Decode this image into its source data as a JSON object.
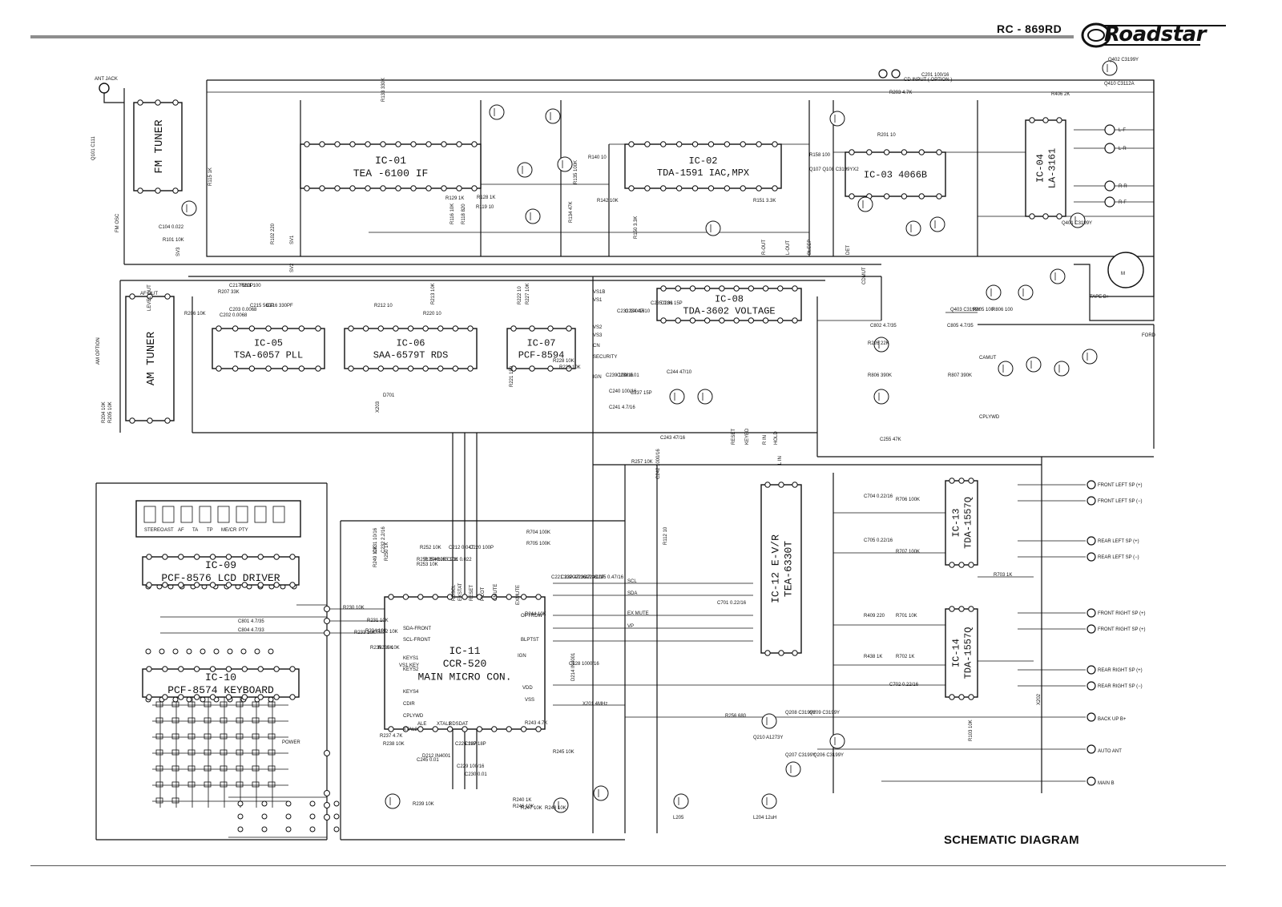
{
  "header": {
    "model": "RC - 869RD",
    "brand": "Roadstar"
  },
  "caption": "SCHEMATIC DIAGRAM",
  "blocks": [
    {
      "id": "fm",
      "lines": [
        "FM TUNER"
      ],
      "fs": 14,
      "rot": -90
    },
    {
      "id": "am",
      "lines": [
        "AM TUNER"
      ],
      "fs": 14,
      "rot": -90
    },
    {
      "id": "ic01",
      "lines": [
        "IC-01",
        "TEA -6100  IF"
      ],
      "fs": 13
    },
    {
      "id": "ic02",
      "lines": [
        "IC-02",
        "TDA-1591 IAC,MPX"
      ],
      "fs": 12
    },
    {
      "id": "ic03",
      "lines": [
        "IC-03 4066B"
      ],
      "fs": 12
    },
    {
      "id": "ic04",
      "lines": [
        "IC-04",
        "LA-3161"
      ],
      "fs": 12,
      "rot": -90
    },
    {
      "id": "ic05",
      "lines": [
        "IC-05",
        "TSA-6057 PLL"
      ],
      "fs": 12
    },
    {
      "id": "ic06",
      "lines": [
        "IC-06",
        "SAA-6579T RDS"
      ],
      "fs": 12
    },
    {
      "id": "ic07",
      "lines": [
        "IC-07",
        "PCF-8594"
      ],
      "fs": 12
    },
    {
      "id": "ic08",
      "lines": [
        "IC-08",
        "TDA-3602 VOLTAGE"
      ],
      "fs": 12
    },
    {
      "id": "ic09",
      "lines": [
        "IC-09",
        "PCF-8576 LCD DRIVER"
      ],
      "fs": 13
    },
    {
      "id": "ic10",
      "lines": [
        "IC-10",
        "PCF-8574 KEYBOARD"
      ],
      "fs": 13
    },
    {
      "id": "ic11",
      "lines": [
        "IC-11",
        "CCR-520",
        "MAIN MICRO CON."
      ],
      "fs": 13
    },
    {
      "id": "ic12",
      "lines": [
        "IC-12  E-V/R",
        "TEA-6330T"
      ],
      "fs": 13,
      "rot": -90
    },
    {
      "id": "ic13",
      "lines": [
        "IC-13",
        "TDA-1557Q"
      ],
      "fs": 12,
      "rot": -90
    },
    {
      "id": "ic14",
      "lines": [
        "IC-14",
        "TDA-1557Q"
      ],
      "fs": 12,
      "rot": -90
    }
  ],
  "texts": [
    "ANT JACK",
    "CD INPUT ( OPTION )",
    "AM OPTION",
    "TAPE B+",
    "FORD",
    "POWER",
    "BACK UP B+",
    "AUTO ANT",
    "MAIN B",
    "L-F",
    "L-R",
    "R-R",
    "R-F",
    "M",
    "FRONT LEFT SP (+)",
    "FRONT LEFT SP (−)",
    "REAR LEFT SP (+)",
    "REAR LEFT SP (−)",
    "FRONT RIGHT SP (+)",
    "FRONT RIGHT SP (+)",
    "REAR RIGHT SP (+)",
    "REAR RIGHT SP (−)",
    "STEREO",
    "AST",
    "AF",
    "TA",
    "TP",
    "ME/CR",
    "PTY",
    "SCL",
    "SDA",
    "EX MUTE",
    "VP",
    "VS1",
    "VS1B",
    "VS2",
    "VS3",
    "CN",
    "SECURITY",
    "IGN",
    "HOLD",
    "RESET",
    "KEYBD",
    "R IN",
    "L IN",
    "CPLYWD",
    "CAMUT",
    "CDMUT",
    "R-OUT",
    "L-OUT",
    "BLEEP",
    "DET",
    "SV1",
    "SV2",
    "SV3",
    "FM OSC",
    "AF OUT",
    "LEVEL OUT",
    "SDA-FRONT",
    "SCL-FRONT",
    "VS1 KEY",
    "KEYS1",
    "KEYS2",
    "KEYS4",
    "CDIR",
    "CPLYWD",
    "XTAL2",
    "ALE",
    "XTAL1",
    "RDSDAT",
    "RDSCL",
    "EXSTAT",
    "RESET",
    "PILOT",
    "CMUTE",
    "EXMUTE",
    "OPTROW",
    "BLPTST",
    "IGN",
    "VDD",
    "VSS",
    "R243 4.7K",
    "R244 10K",
    "R704 100K",
    "R705 100K",
    "R706 100K",
    "R707 100K",
    "R701 10K",
    "R702 1K",
    "R703 1K",
    "C701 0.22/16",
    "C702 0.22/16",
    "C704 0.22/16",
    "C705 0.22/16",
    "R409 220",
    "R438 1K",
    "R406 2K",
    "Q410 C3112A",
    "Q401 C3199Y",
    "Q402 C3199Y",
    "Q403 C3199Y",
    "R805 100",
    "R806 100",
    "C801 4.7/35",
    "C804 4.7/33",
    "C805 4.7/35",
    "C802 4.7/35",
    "R806 390K",
    "R807 390K",
    "R226 22K",
    "C255 47K",
    "R257 10K",
    "R256 680",
    "Q209 C3199Y",
    "Q208 C3199Y",
    "Q210 A1273Y",
    "Q207 C3199Y",
    "Q206 C3199Y",
    "L204 12uH",
    "L205",
    "X201 4MHz",
    "X202",
    "X203",
    "D701",
    "D212 IN4001",
    "D214 IN4001",
    "R112 10",
    "R103 10K",
    "R102 220",
    "R101 10K",
    "Q101 C111",
    "C104 0.022",
    "R115 1K",
    "R116 10K",
    "R118 820",
    "R119 10",
    "R128 1K",
    "R129 1K",
    "R133 330K",
    "R134 47K",
    "R135 100K",
    "R140 10",
    "R142 10K",
    "R150 3.3K",
    "R151 3.3K",
    "R158 100",
    "Q107 Q108 C3199YX2",
    "R201 10",
    "C201 100/16",
    "R203 4.7K",
    "R204 10K",
    "R205 10K",
    "R206 10K",
    "R207 33K",
    "C202 0.0068",
    "C203 0.0068",
    "C215 560P",
    "C216 330PF",
    "C217 560P",
    "R211 100",
    "R212 10",
    "R213 10K",
    "R220 10",
    "R221 150",
    "R222 10",
    "R227 10K",
    "R228 10K",
    "R229 10K",
    "R230 10K",
    "R231 10K",
    "R232 10K",
    "R233 10K",
    "R234 10K",
    "R235 1.5K",
    "R236 10K",
    "R237 4.7K",
    "R238 10K",
    "R239 10K",
    "R240 1K",
    "R245 10K",
    "R246 10K",
    "R247 10K",
    "R248 10K",
    "R249 10K",
    "R250 1K",
    "R251 10K",
    "R252 10K",
    "R253 10K",
    "R254 10K",
    "R255 10K",
    "C211 0.022",
    "C212 0.047",
    "C220 100P",
    "C221 33P",
    "C222 47/16",
    "C223 47/16",
    "C224 10P",
    "C225 0.47/16",
    "C226 18P",
    "C227 18P",
    "C228 1000/16",
    "C229 100/16",
    "C230 0.01",
    "C231 10/16",
    "C232 2.2/16",
    "C233 100/16",
    "C234 47/10",
    "C235 0.01",
    "C236 15P",
    "C237 15P",
    "C238 0.01",
    "C239 100/16",
    "C240 100/16",
    "C241 4.7/16",
    "C242 1000/16",
    "C243 47/16",
    "C244 47/10",
    "C245 0.01"
  ],
  "colors": {
    "ink": "#111111",
    "rule": "#8e8e8e"
  }
}
